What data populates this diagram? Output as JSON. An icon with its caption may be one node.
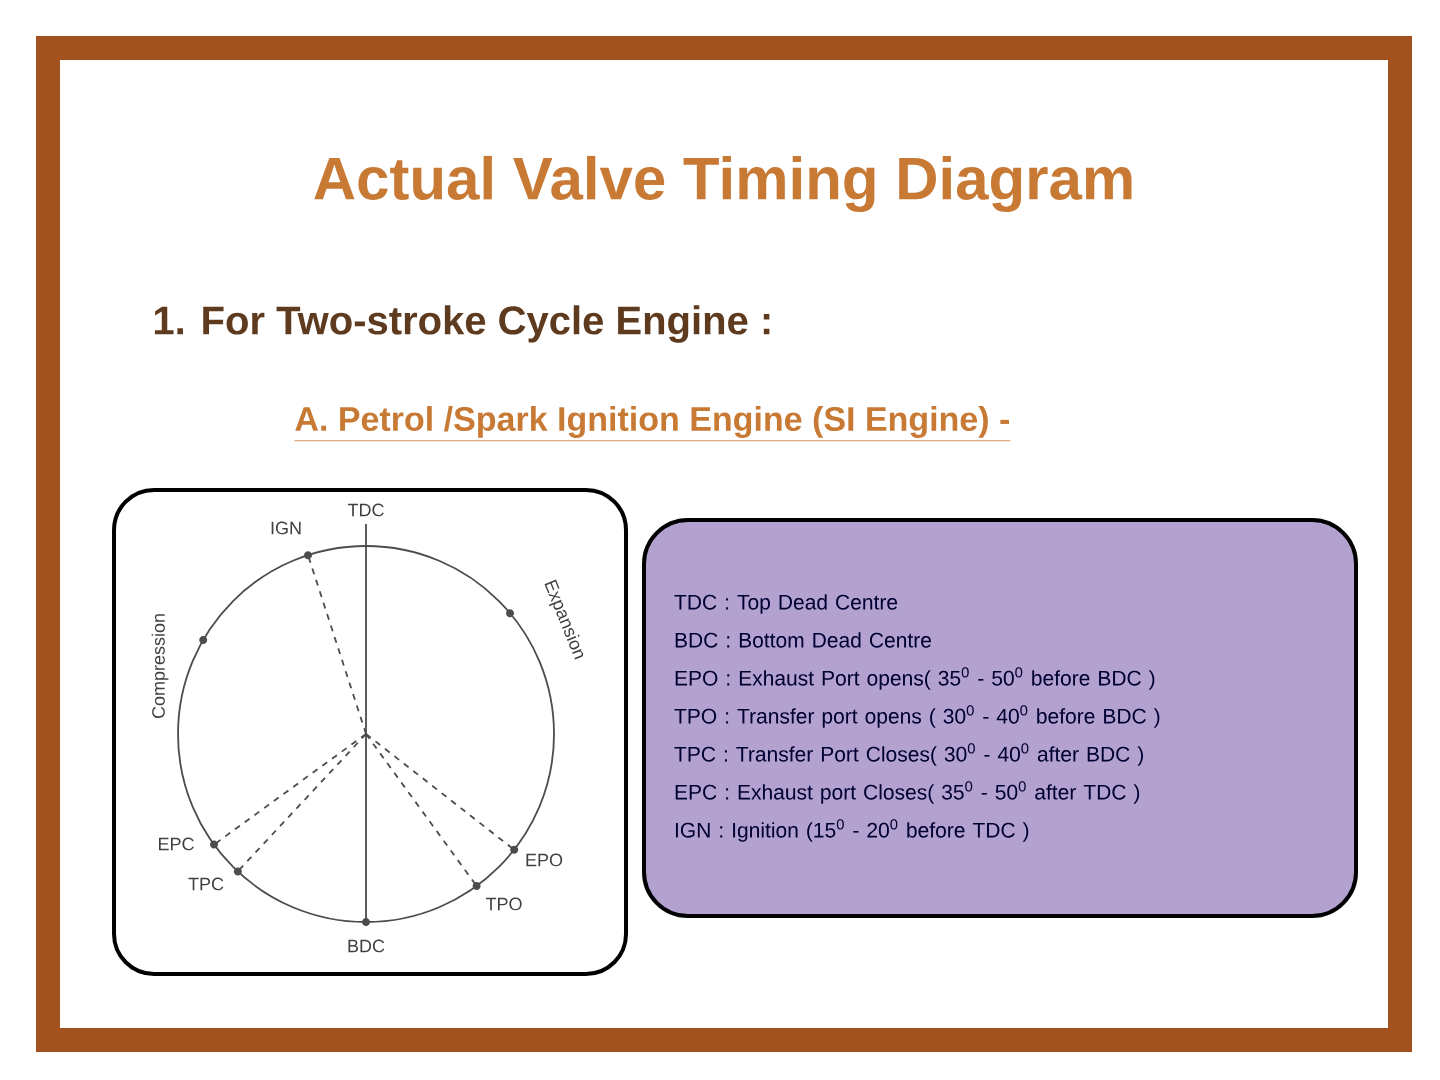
{
  "diagram": {
    "title": "Actual Valve Timing Diagram",
    "nodes": [
      {
        "text": [],
        "shape": "box"
      },
      {
        "text": [
          "TDC : Top Dead Centre",
          "BDC : Bottom Dead Centre",
          "EPO  : Exhaust Port opens( 35$^{0}$ -  50$^{0}$  before BDC )",
          "TPO  : Transfer port opens ( 30$^{0}$ - 40$^{0}$  before BDC )",
          "TPC   :  Transfer Port Closes( 30$^{0}$ -  40$^{0}$  after BDC )",
          "EPC  : Exhaust port Closes( 35$^{0}$ -  50$^{0}$  after TDC )",
          "IGN   :  Ignition (15$^{0}$ - 20$^{0}$  before TDC )"
        ]
      }
    ],
    "labels": [
      "1.  For Two-stroke Cycle Engine :",
      "A. Petrol /Spark Ignition Engine (SI Engine) -",
      "TDC",
      "IGN",
      "Compression",
      "Expansion",
      "EPC",
      "TPC",
      "BDC",
      "TPO",
      "EPO"
    ]
  }
}
